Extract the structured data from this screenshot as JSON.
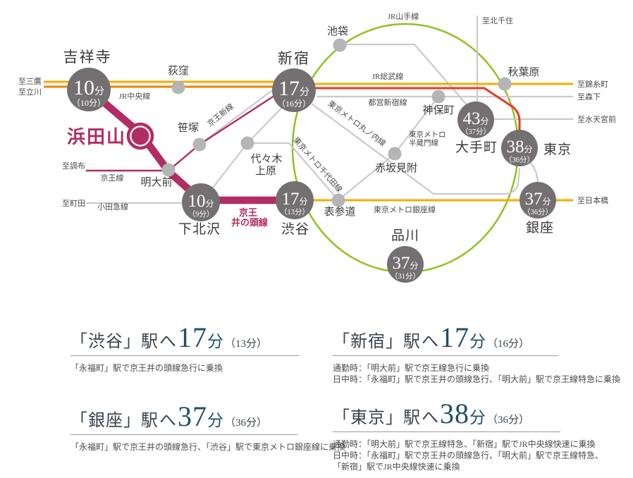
{
  "map": {
    "stations": {
      "hamadayama": "浜田山",
      "kichijoji": "吉祥寺",
      "ogikubo": "荻窪",
      "sasazuka": "笹塚",
      "meidaimae": "明大前",
      "shimokitazawa": "下北沢",
      "yoyogiuehara_1": "代々木",
      "yoyogiuehara_2": "上原",
      "shinjuku": "新宿",
      "ikebukuro": "池袋",
      "shibuya": "渋谷",
      "omotesando": "表参道",
      "akasakamitsuke": "赤坂見附",
      "jimbocho": "神保町",
      "akihabara": "秋葉原",
      "otemachi": "大手町",
      "tokyo": "東京",
      "ginza": "銀座",
      "shinagawa": "品川"
    },
    "badges": {
      "kichijoji": {
        "min": "10",
        "unit": "分",
        "paren": "（10分）"
      },
      "shinjuku": {
        "min": "17",
        "unit": "分",
        "paren": "（16分）"
      },
      "shimokitazawa": {
        "min": "10",
        "unit": "分",
        "paren": "（9分）"
      },
      "shibuya": {
        "min": "17",
        "unit": "分",
        "paren": "（13分）"
      },
      "shinagawa": {
        "min": "37",
        "unit": "分",
        "paren": "（31分）"
      },
      "otemachi": {
        "min": "43",
        "unit": "分",
        "paren": "（37分）"
      },
      "tokyo": {
        "min": "38",
        "unit": "分",
        "paren": "（36分）"
      },
      "ginza": {
        "min": "37",
        "unit": "分",
        "paren": "（36分）"
      }
    },
    "lines": {
      "jr_chuo": "JR中央線",
      "jr_sobu": "JR総武線",
      "jr_yamanote": "JR山手線",
      "toei_shinjuku": "都営新宿線",
      "keio": "京王線",
      "keio_new": "京王新線",
      "odakyu": "小田急線",
      "marunouchi": "東京メトロ丸ノ内線",
      "chiyoda": "東京メトロ千代田線",
      "hanzomon_1": "東京メトロ",
      "hanzomon_2": "半蔵門線",
      "metro_ginza": "東京メトロ銀座線",
      "inokashira_1": "京王",
      "inokashira_2": "井の頭線"
    },
    "edges": {
      "to_mitaka": "至三鷹",
      "to_tachikawa": "至立川",
      "to_chofu": "至調布",
      "to_machida": "至町田",
      "to_kitasenju": "至北千住",
      "to_kinshicho": "至錦糸町",
      "to_morishita": "至森下",
      "to_suitengumae": "至水天宮前",
      "to_nihombashi": "至日本橋"
    },
    "colors": {
      "keio_magenta": "#b22d63",
      "yamanote_green": "#8ec31e",
      "jr_orange": "#f7ab00",
      "chuo_orange_deep": "#ef8200",
      "chuo_rapid_red": "#e83a25",
      "badge_gray": "#747071",
      "line_gray": "#c9caca",
      "dot_gray": "#b5b5b6",
      "number_teal": "#1e4e68"
    }
  },
  "routes": [
    {
      "title_station": "「渋谷」",
      "title_to": "駅へ",
      "minutes": "17",
      "unit": "分",
      "paren": "（13分）",
      "notes": [
        "「永福町」駅で京王井の頭線急行に乗換"
      ]
    },
    {
      "title_station": "「新宿」",
      "title_to": "駅へ",
      "minutes": "17",
      "unit": "分",
      "paren": "（16分）",
      "notes": [
        "通勤時：「明大前」駅で京王線急行に乗換",
        "日中時：「永福町」駅で京王井の頭線急行、「明大前」駅で京王線特急に乗換"
      ]
    },
    {
      "title_station": "「銀座」",
      "title_to": "駅へ",
      "minutes": "37",
      "unit": "分",
      "paren": "（36分）",
      "notes": [
        "「永福町」駅で京王井の頭線急行、「渋谷」駅で東京メトロ銀座線に乗換"
      ]
    },
    {
      "title_station": "「東京」",
      "title_to": "駅へ",
      "minutes": "38",
      "unit": "分",
      "paren": "（36分）",
      "notes": [
        "通勤時：「明大前」駅で京王線特急、「新宿」駅でJR中央線快速に乗換",
        "日中時：「永福町」駅で京王井の頭線急行、「明大前」駅で京王線特急、",
        "「新宿」駅でJR中央線快速に乗換"
      ]
    }
  ]
}
